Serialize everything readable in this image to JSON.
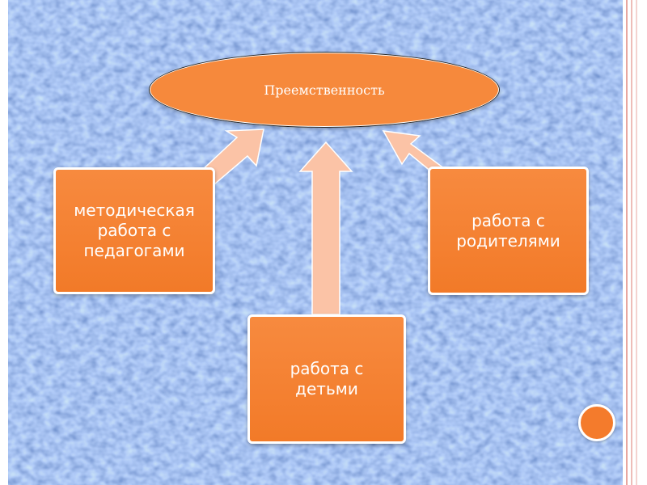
{
  "diagram": {
    "center_label": "Преемственность",
    "boxes": [
      {
        "id": "methodical",
        "label": "методическая\nработа с\nпедагогами"
      },
      {
        "id": "parents",
        "label": "работа с\nродителями"
      },
      {
        "id": "children",
        "label": "работа с\nдетьми"
      }
    ]
  },
  "colors": {
    "shape_fill": "#f6893c",
    "arrow_fill": "#fbc3a6",
    "background": "#5f79b6",
    "edge_line": "#e8a7a0"
  }
}
